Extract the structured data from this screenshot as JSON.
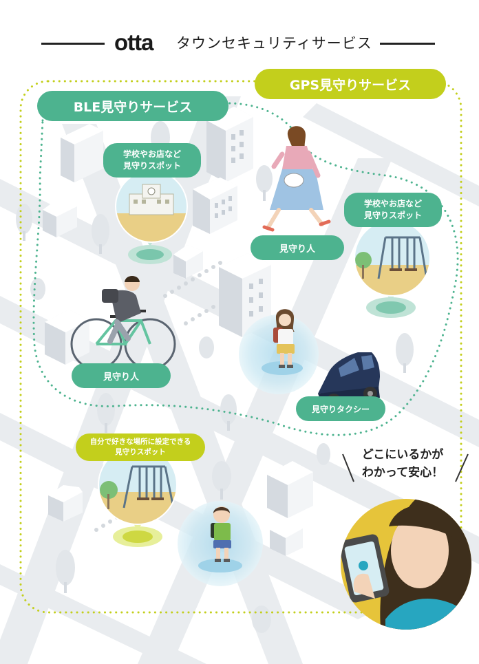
{
  "header": {
    "logo": "otta",
    "title": "タウンセキュリティサービス"
  },
  "services": {
    "ble": "BLE見守りサービス",
    "gps": "GPS見守りサービス"
  },
  "spots": {
    "school_top": [
      "学校やお店など",
      "見守りスポット"
    ],
    "school_right": [
      "学校やお店など",
      "見守りスポット"
    ],
    "custom": [
      "自分で好きな場所に設定できる",
      "見守りスポット"
    ]
  },
  "watchers": {
    "walking": "見守り人",
    "cyclist": "見守り人",
    "taxi": "見守りタクシー"
  },
  "speech": {
    "line1": "どこにいるかが",
    "line2": "わかって安心！"
  },
  "colors": {
    "green": "#4db38f",
    "lime": "#c3cf1c",
    "road": "#e8ebee",
    "building": "#dfe3e8",
    "spot_ring": "#bfe3d6",
    "sky": "#d6edf3",
    "sand": "#e9cf86",
    "radius_blue": "#c9e7f2",
    "phone_circle": "#e6c43a"
  }
}
